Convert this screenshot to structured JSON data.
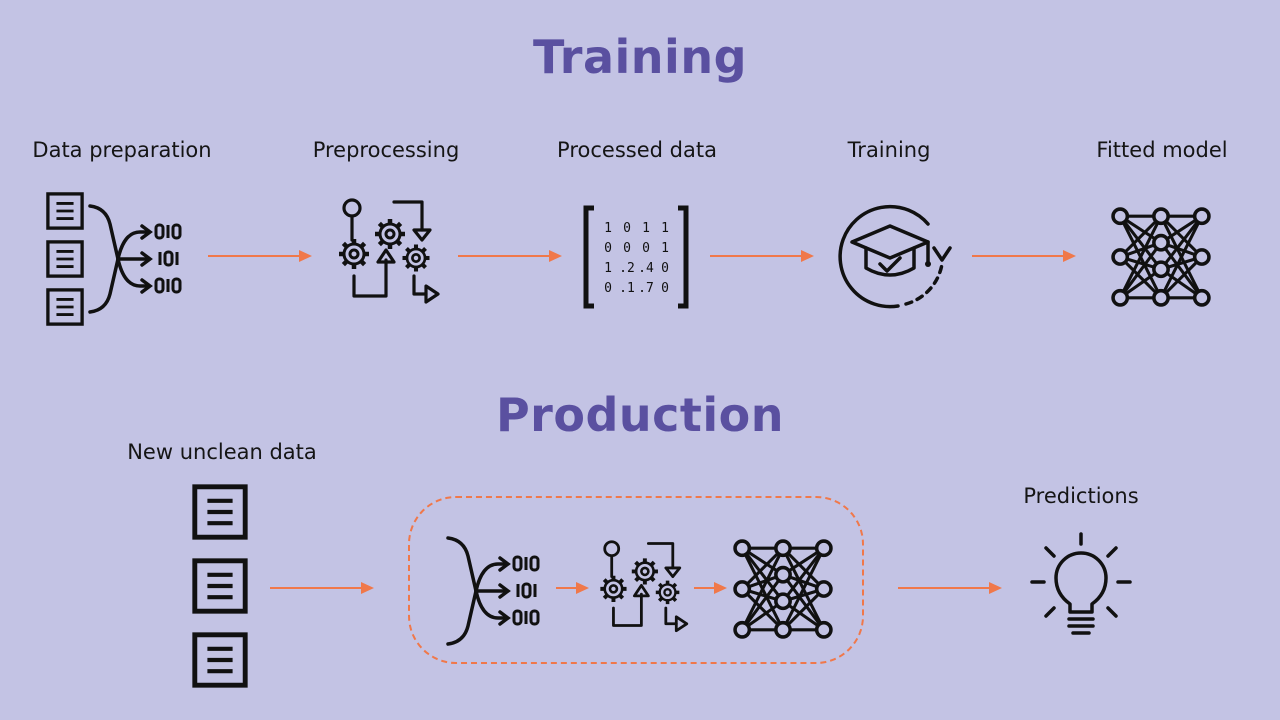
{
  "training": {
    "title": "Training",
    "steps": [
      {
        "label": "Data preparation",
        "icon": "data-preparation-icon"
      },
      {
        "label": "Preprocessing",
        "icon": "preprocessing-gears-icon"
      },
      {
        "label": "Processed data",
        "icon": "data-matrix-icon"
      },
      {
        "label": "Training",
        "icon": "graduation-cap-training-icon"
      },
      {
        "label": "Fitted model",
        "icon": "neural-network-icon"
      }
    ],
    "matrix": [
      [
        "1",
        "0",
        "1",
        "1"
      ],
      [
        "0",
        "0",
        "0",
        "1"
      ],
      [
        "1",
        ".2",
        ".4",
        "0"
      ],
      [
        "0",
        ".1",
        ".7",
        "0"
      ]
    ]
  },
  "production": {
    "title": "Production",
    "input_label": "New unclean data",
    "output_label": "Predictions",
    "icons": [
      "documents-icon",
      "data-preparation-icon",
      "preprocessing-gears-icon",
      "neural-network-icon",
      "lightbulb-icon"
    ]
  },
  "colors": {
    "background": "#c3c3e4",
    "title": "#5a50a0",
    "arrow": "#f0784a",
    "icon": "#111111"
  }
}
